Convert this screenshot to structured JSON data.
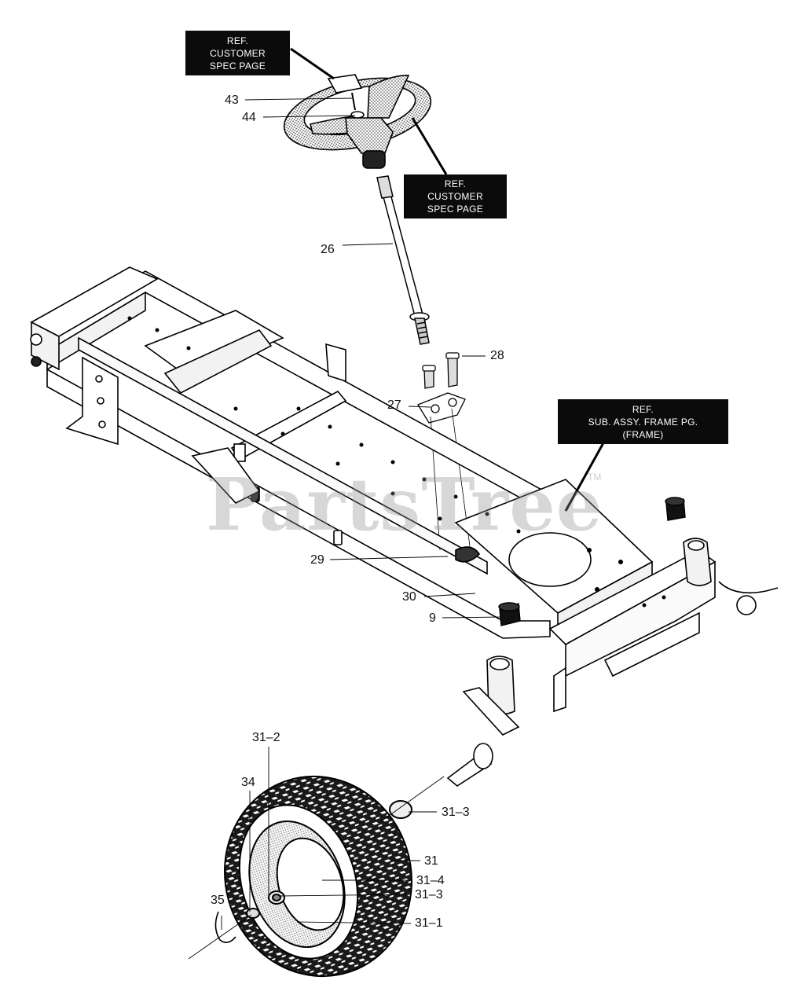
{
  "watermark": {
    "text": "PartsTree",
    "tm": "TM"
  },
  "ref_boxes": {
    "steering_wheel_top": [
      "REF.",
      "CUSTOMER",
      "SPEC PAGE"
    ],
    "steering_wheel_side": [
      "REF.",
      "CUSTOMER",
      "SPEC PAGE"
    ],
    "frame": [
      "REF.",
      "SUB. ASSY. FRAME PG.",
      "(FRAME)"
    ]
  },
  "callouts": {
    "c43": "43",
    "c44": "44",
    "c26": "26",
    "c28": "28",
    "c27": "27",
    "c29": "29",
    "c30": "30",
    "c9": "9",
    "c31_2": "31–2",
    "c34": "34",
    "c31_3a": "31–3",
    "c31": "31",
    "c31_4": "31–4",
    "c31_3b": "31–3",
    "c35": "35",
    "c31_1": "31–1"
  }
}
